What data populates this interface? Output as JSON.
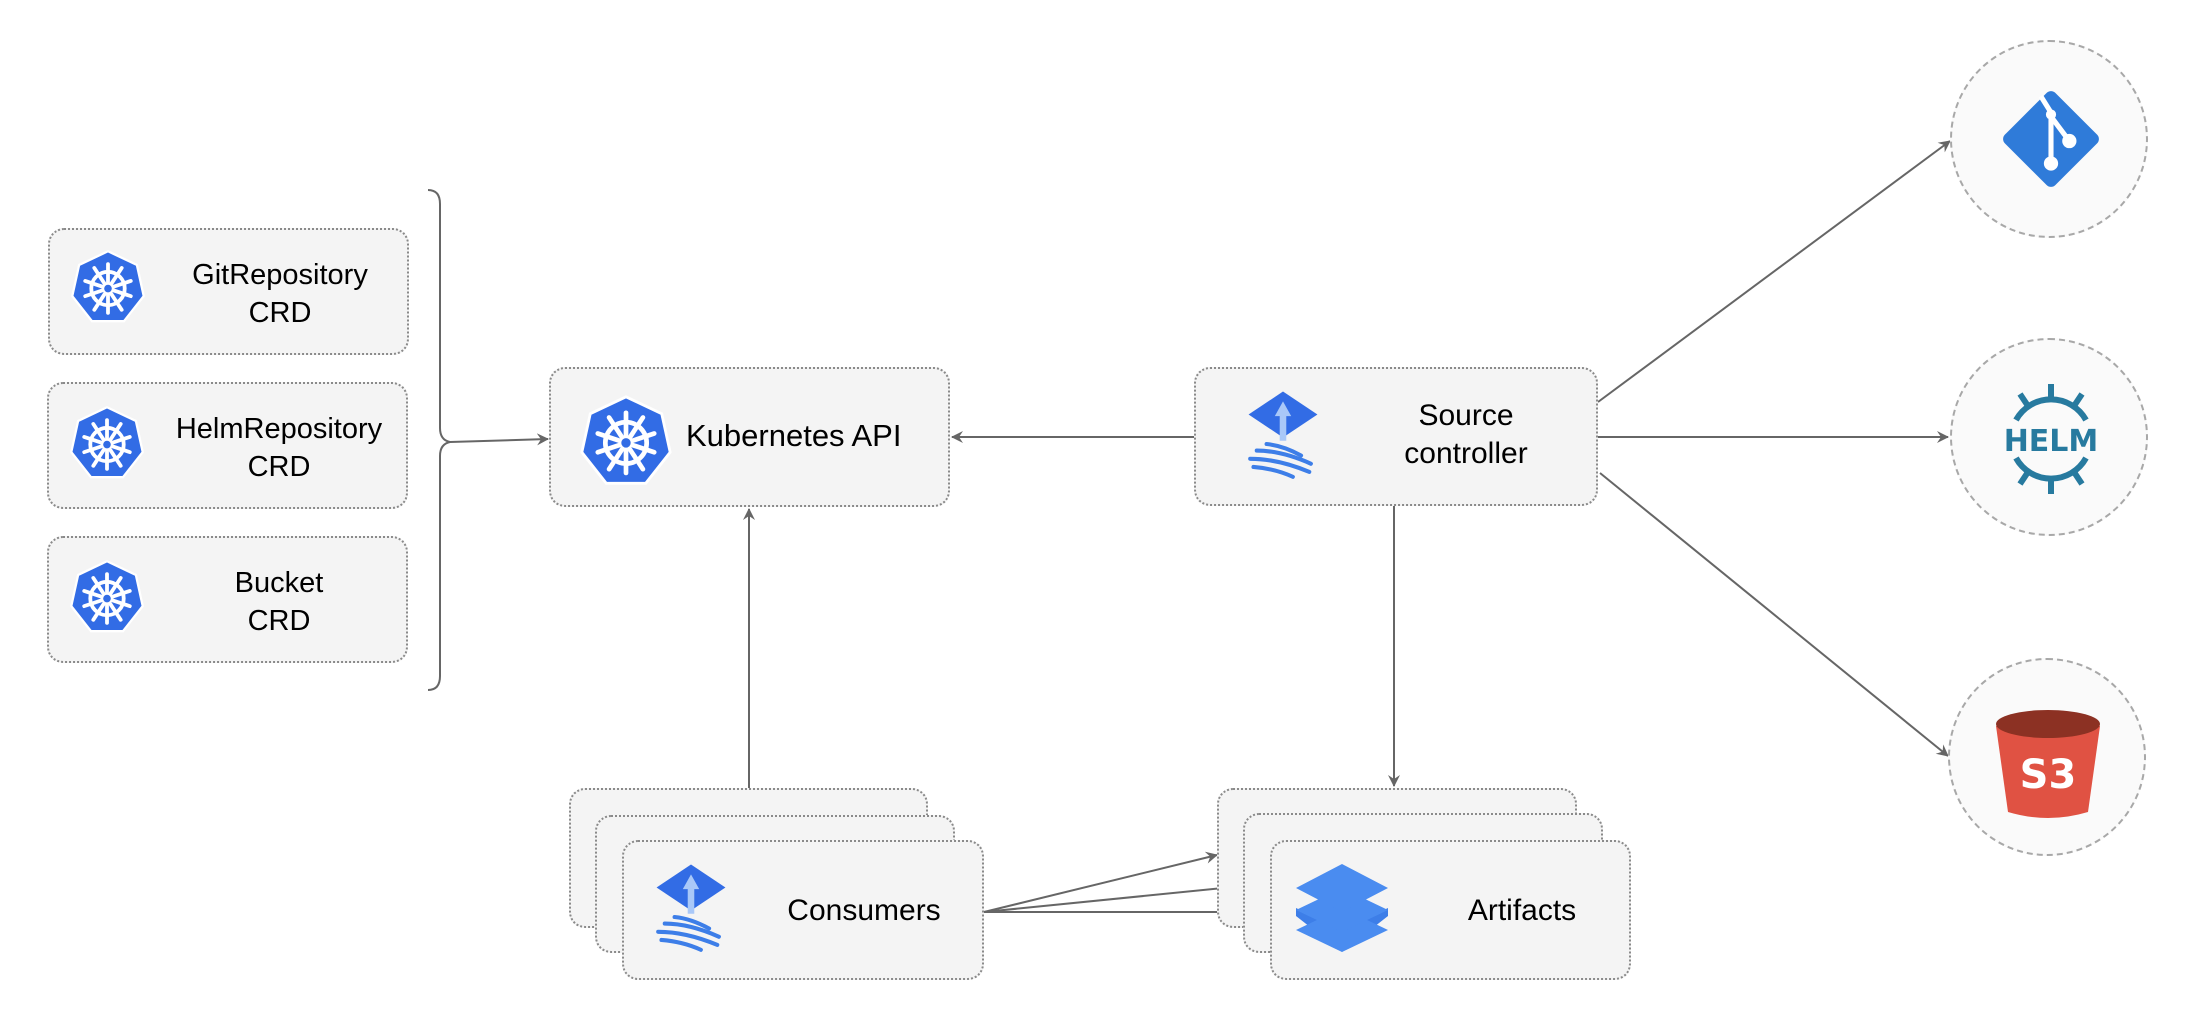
{
  "crds": [
    {
      "name": "GitRepository",
      "kind": "CRD"
    },
    {
      "name": "HelmRepository",
      "kind": "CRD"
    },
    {
      "name": "Bucket",
      "kind": "CRD"
    }
  ],
  "kubernetes_api": {
    "label": "Kubernetes API",
    "icon": "kubernetes-icon"
  },
  "source_controller": {
    "line1": "Source",
    "line2": "controller",
    "icon": "flux-icon"
  },
  "consumers": {
    "label": "Consumers",
    "icon": "flux-icon"
  },
  "artifacts": {
    "label": "Artifacts",
    "icon": "layers-icon"
  },
  "sources": [
    {
      "icon": "git-icon"
    },
    {
      "icon": "helm-icon",
      "text": "HELM"
    },
    {
      "icon": "s3-bucket-icon",
      "text": "S3"
    }
  ],
  "colors": {
    "k8s_blue": "#326ce5",
    "flux_blue": "#3d7ee8",
    "helm_teal": "#277a9f",
    "s3_red": "#e05243",
    "git_blue": "#2f7bd9",
    "arrow": "#666666"
  }
}
